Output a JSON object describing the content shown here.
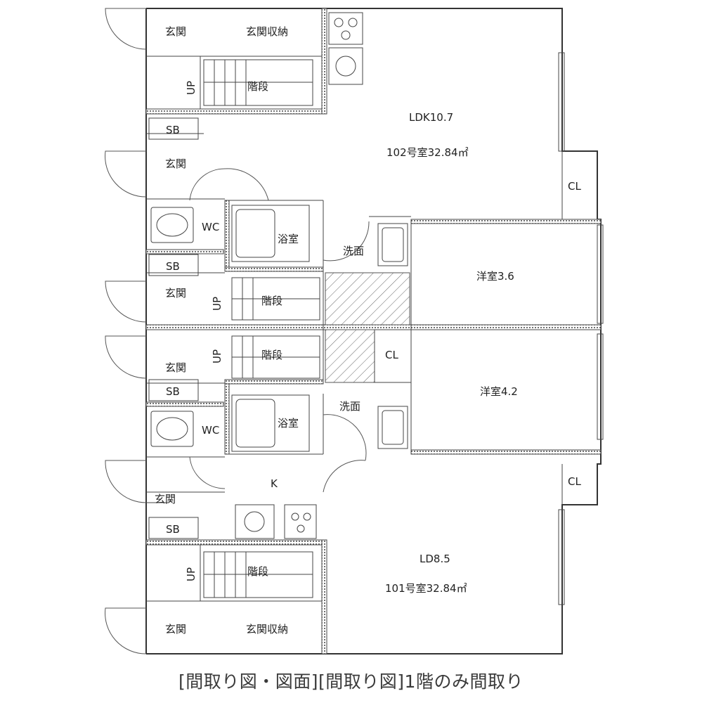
{
  "rooms": {
    "entrance_top": "玄関",
    "entrance_storage_top": "玄関収納",
    "stairs_top": "階段",
    "up_top": "UP",
    "ldk_102": "LDK10.7",
    "unit_102_area": "102号室32.84㎡",
    "sb_1": "SB",
    "entrance_2": "玄関",
    "cl_top": "CL",
    "wc_top": "WC",
    "bath_top": "浴室",
    "washroom_top": "洗面",
    "sb_2": "SB",
    "western_36": "洋室3.6",
    "entrance_3": "玄関",
    "up_mid1": "UP",
    "stairs_mid1": "階段",
    "entrance_4": "玄関",
    "up_mid2": "UP",
    "stairs_mid2": "階段",
    "cl_mid": "CL",
    "sb_3": "SB",
    "washroom_bottom": "洗面",
    "western_42": "洋室4.2",
    "wc_bottom": "WC",
    "bath_bottom": "浴室",
    "kitchen": "K",
    "cl_bottom": "CL",
    "entrance_5": "玄関",
    "sb_4": "SB",
    "ld_85": "LD8.5",
    "up_bottom": "UP",
    "stairs_bottom": "階段",
    "unit_101_area": "101号室32.84㎡",
    "entrance_bottom": "玄関",
    "entrance_storage_bottom": "玄関収納"
  },
  "caption": "[間取り図・図面][間取り図]1階のみ間取り"
}
